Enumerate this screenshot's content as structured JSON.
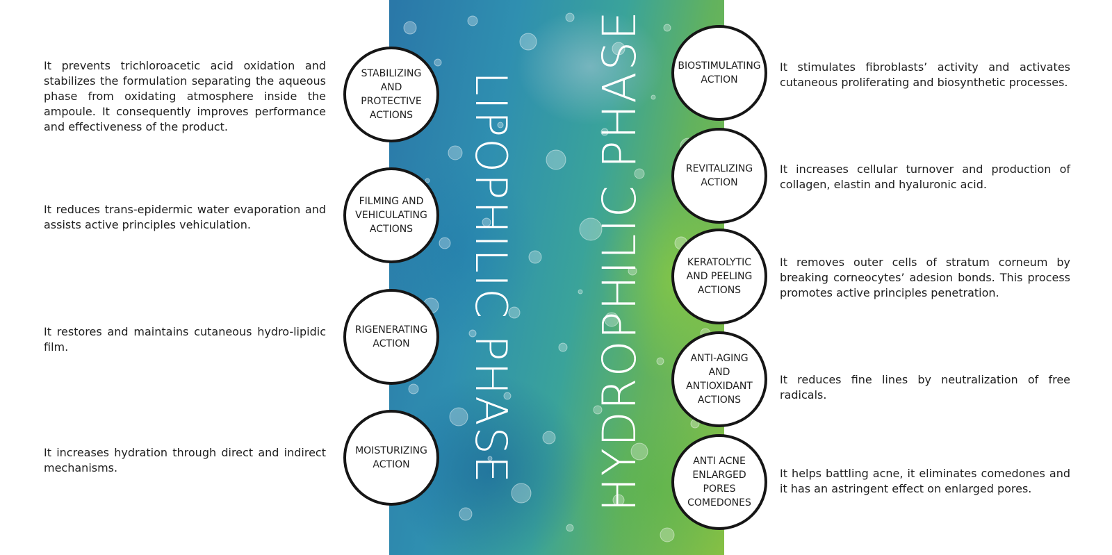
{
  "lipophilic": {
    "title": "LIPOPHILIC PHASE",
    "items": [
      {
        "label": "STABILIZING AND PROTECTIVE ACTIONS",
        "text": "It prevents trichloroacetic acid oxidation and stabilizes the formulation separating the aqueous phase from oxidating atmosphere inside the ampoule. It consequently improves performance and effectiveness of the product."
      },
      {
        "label": "FILMING AND VEHICULATING ACTIONS",
        "text": "It reduces trans-epidermic water evaporation and assists active principles vehiculation."
      },
      {
        "label": "RIGENERATING ACTION",
        "text": "It restores and maintains cutaneous hydro-lipidic film."
      },
      {
        "label": "MOISTURIZING ACTION",
        "text": "It increases hydration through direct and indirect mechanisms."
      }
    ]
  },
  "hydrophilic": {
    "title": "HYDROPHILIC PHASE",
    "items": [
      {
        "label": "BIOSTIMULATING ACTION",
        "text": "It stimulates fibroblasts’ activity and activates cutaneous proliferating and biosynthetic processes."
      },
      {
        "label": "REVITALIZING ACTION",
        "text": "It increases cellular turnover and production of collagen, elastin and hyaluronic acid."
      },
      {
        "label": "KERATOLYTIC AND PEELING ACTIONS",
        "text": "It removes outer cells of stratum corneum by breaking corneocytes’ adesion bonds. This process promotes active principles penetration."
      },
      {
        "label": "ANTI-AGING AND ANTIOXIDANT ACTIONS",
        "text": "It reduces fine lines by neutralization of free radicals."
      },
      {
        "label": "ANTI ACNE ENLARGED PORES COMEDONES",
        "text": "It helps battling acne, it eliminates comedones and it has an astringent effect on enlarged pores."
      }
    ]
  },
  "colors": {
    "band_blue": "#2a77a8",
    "band_green": "#86c044",
    "circle_border": "#161616",
    "text": "#1e1e1e"
  }
}
